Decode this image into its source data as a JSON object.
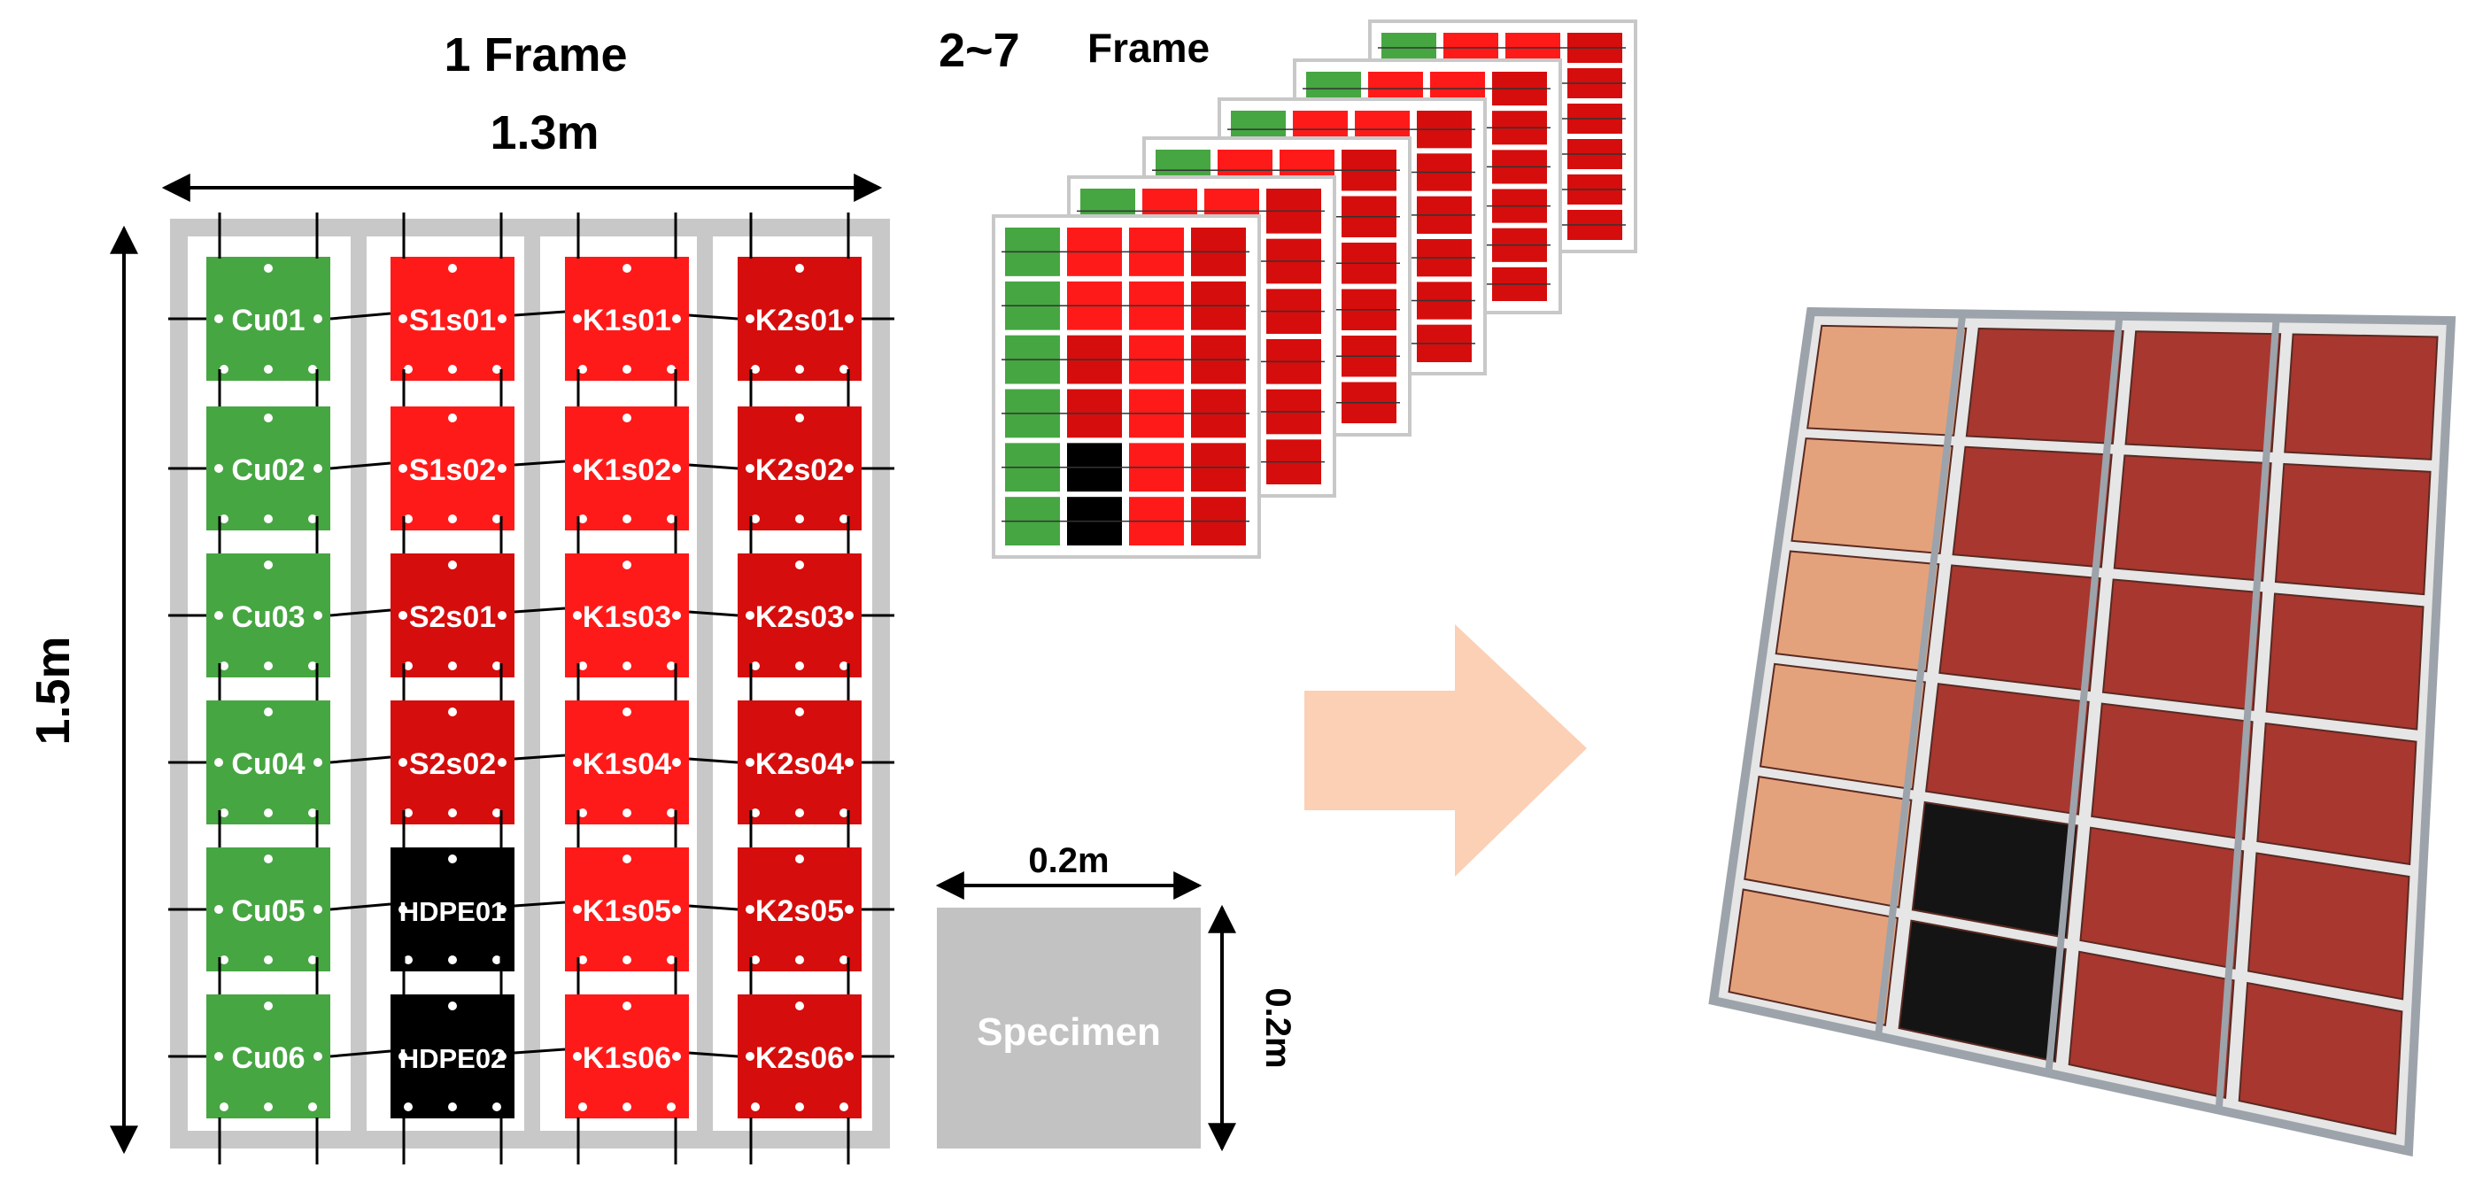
{
  "frame1": {
    "title": "1 Frame",
    "width_label": "1.3m",
    "height_label": "1.5m"
  },
  "stack": {
    "title_num": "2~7",
    "title_word": "Frame"
  },
  "specimen": {
    "label": "Specimen",
    "width_label": "0.2m",
    "height_label": "0.2m"
  },
  "colors": {
    "green": "#46a642",
    "red": "#ff1a1a",
    "dark_red": "#d60d0d",
    "black": "#000000",
    "rail": "#c8c8c8",
    "specimen": "#c2c2c2",
    "arrow": "#fbd0b4"
  },
  "columns": [
    {
      "name": "Cu",
      "panels": [
        {
          "label": "Cu01",
          "color": "green"
        },
        {
          "label": "Cu02",
          "color": "green"
        },
        {
          "label": "Cu03",
          "color": "green"
        },
        {
          "label": "Cu04",
          "color": "green"
        },
        {
          "label": "Cu05",
          "color": "green"
        },
        {
          "label": "Cu06",
          "color": "green"
        }
      ]
    },
    {
      "name": "S",
      "panels": [
        {
          "label": "S1s01",
          "color": "red"
        },
        {
          "label": "S1s02",
          "color": "red"
        },
        {
          "label": "S2s01",
          "color": "dark_red"
        },
        {
          "label": "S2s02",
          "color": "dark_red"
        },
        {
          "label": "HDPE01",
          "color": "black"
        },
        {
          "label": "HDPE02",
          "color": "black"
        }
      ]
    },
    {
      "name": "K1",
      "panels": [
        {
          "label": "K1s01",
          "color": "red"
        },
        {
          "label": "K1s02",
          "color": "red"
        },
        {
          "label": "K1s03",
          "color": "red"
        },
        {
          "label": "K1s04",
          "color": "red"
        },
        {
          "label": "K1s05",
          "color": "red"
        },
        {
          "label": "K1s06",
          "color": "red"
        }
      ]
    },
    {
      "name": "K2",
      "panels": [
        {
          "label": "K2s01",
          "color": "dark_red"
        },
        {
          "label": "K2s02",
          "color": "dark_red"
        },
        {
          "label": "K2s03",
          "color": "dark_red"
        },
        {
          "label": "K2s04",
          "color": "dark_red"
        },
        {
          "label": "K2s05",
          "color": "dark_red"
        },
        {
          "label": "K2s06",
          "color": "dark_red"
        }
      ]
    }
  ],
  "photo": {
    "copper_color": "#e4a27c",
    "brown_color": "#a8372f",
    "dark_color": "#141414",
    "frame_color": "#9da3aa"
  }
}
